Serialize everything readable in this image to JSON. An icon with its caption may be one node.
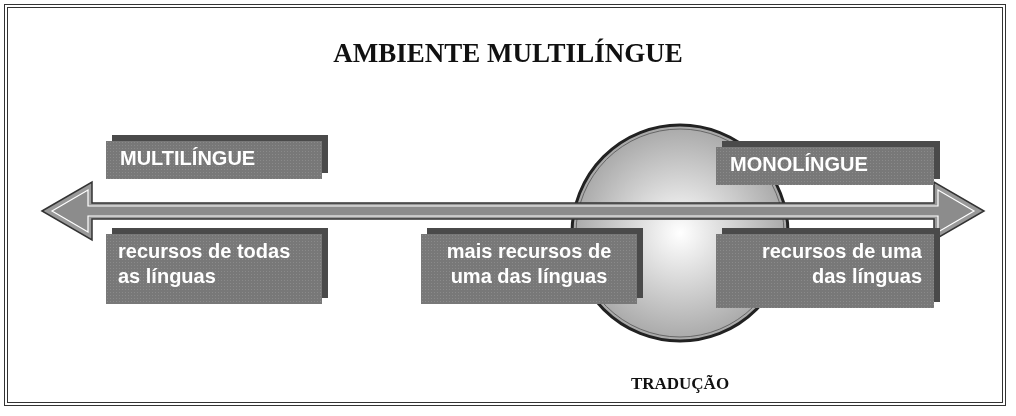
{
  "diagram": {
    "title": "AMBIENTE MULTILÍNGUE",
    "nodes": [
      {
        "text": [
          "MULTILÍNGUE"
        ]
      },
      {
        "text": [
          "TRADUÇÃO"
        ]
      },
      {
        "text": [
          "MONOLÍNGUE"
        ]
      },
      {
        "text": [
          "recursos de todas as línguas"
        ]
      },
      {
        "text": [
          "mais recursos de uma das línguas"
        ]
      },
      {
        "text": [
          "recursos de uma das línguas"
        ]
      }
    ]
  }
}
